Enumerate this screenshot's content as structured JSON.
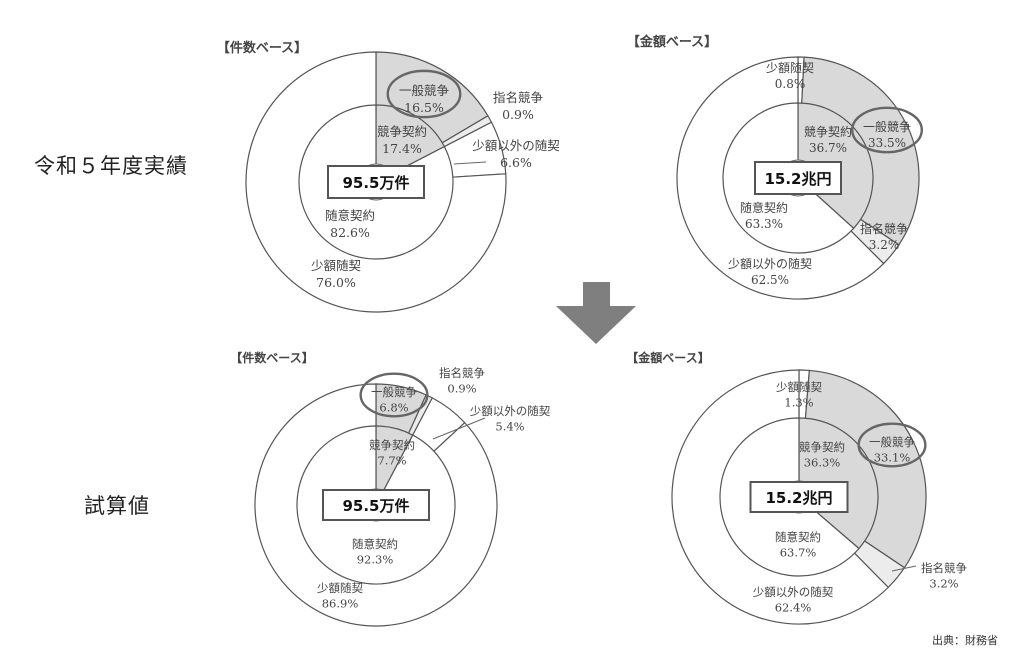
{
  "row_labels": {
    "top": "令和５年度実績",
    "bottom": "試算値"
  },
  "source": "出典：財務省",
  "chart_data": [
    {
      "type": "pie",
      "title": "【件数ベース】",
      "center_label": "95.5万件",
      "inner": [
        {
          "name": "競争契約",
          "value": 17.4,
          "label": "17.4%"
        },
        {
          "name": "随意契約",
          "value": 82.6,
          "label": "82.6%"
        }
      ],
      "outer": [
        {
          "name": "一般競争",
          "value": 16.5,
          "label": "16.5%",
          "highlight": true
        },
        {
          "name": "指名競争",
          "value": 0.9,
          "label": "0.9%"
        },
        {
          "name": "少額以外の随契",
          "value": 6.6,
          "label": "6.6%"
        },
        {
          "name": "少額随契",
          "value": 76.0,
          "label": "76.0%"
        }
      ]
    },
    {
      "type": "pie",
      "title": "【金額ベース】",
      "center_label": "15.2兆円",
      "inner": [
        {
          "name": "競争契約",
          "value": 36.7,
          "label": "36.7%"
        },
        {
          "name": "随意契約",
          "value": 63.3,
          "label": "63.3%"
        }
      ],
      "outer": [
        {
          "name": "少額随契",
          "value": 0.8,
          "label": "0.8%"
        },
        {
          "name": "一般競争",
          "value": 33.5,
          "label": "33.5%",
          "highlight": true
        },
        {
          "name": "指名競争",
          "value": 3.2,
          "label": "3.2%"
        },
        {
          "name": "少額以外の随契",
          "value": 62.5,
          "label": "62.5%"
        }
      ]
    },
    {
      "type": "pie",
      "title": "【件数ベース】",
      "center_label": "95.5万件",
      "inner": [
        {
          "name": "競争契約",
          "value": 7.7,
          "label": "7.7%"
        },
        {
          "name": "随意契約",
          "value": 92.3,
          "label": "92.3%"
        }
      ],
      "outer": [
        {
          "name": "一般競争",
          "value": 6.8,
          "label": "6.8%",
          "highlight": true
        },
        {
          "name": "指名競争",
          "value": 0.9,
          "label": "0.9%"
        },
        {
          "name": "少額以外の随契",
          "value": 5.4,
          "label": "5.4%"
        },
        {
          "name": "少額随契",
          "value": 86.9,
          "label": "86.9%"
        }
      ]
    },
    {
      "type": "pie",
      "title": "【金額ベース】",
      "center_label": "15.2兆円",
      "inner": [
        {
          "name": "競争契約",
          "value": 36.3,
          "label": "36.3%"
        },
        {
          "name": "随意契約",
          "value": 63.7,
          "label": "63.7%"
        }
      ],
      "outer": [
        {
          "name": "少額随契",
          "value": 1.3,
          "label": "1.3%"
        },
        {
          "name": "一般競争",
          "value": 33.1,
          "label": "33.1%",
          "highlight": true
        },
        {
          "name": "指名競争",
          "value": 3.2,
          "label": "3.2%"
        },
        {
          "name": "少額以外の随契",
          "value": 62.4,
          "label": "62.4%"
        }
      ]
    }
  ]
}
